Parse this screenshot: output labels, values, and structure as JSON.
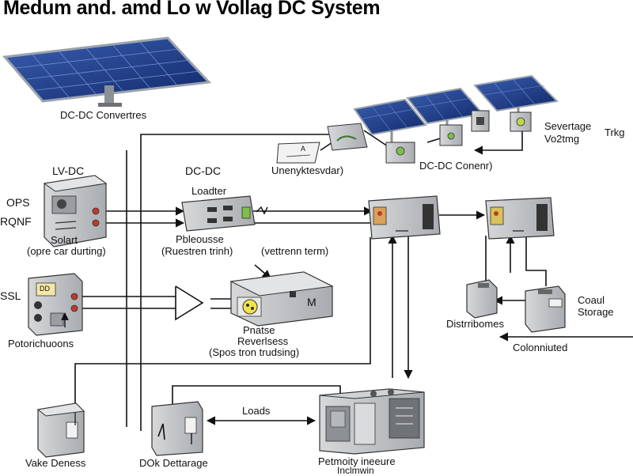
{
  "title": "Medum and. amd Lo w Vollag DC System",
  "labels": {
    "dcdc_converters": "DC-DC Convertres",
    "unenyk": "Unenyktesvdar)",
    "dcdc_conenr": "DC-DC Conenr)",
    "severtage": "Severtage",
    "vo2tmg": "Vo2tmg",
    "trkg": "Trkg",
    "lvdc": "LV-DC",
    "dcdc_mid": "DC-DC",
    "loadter": "Loadter",
    "ops": "OPS",
    "rqnf": "RQNF",
    "solart": "Solart",
    "opre_car": "(opre car durting)",
    "pbleousse": "Pbleousse",
    "ruestren": "(Ruestren trinh)",
    "vettrenn": "(vettrenn term)",
    "ssl": "SSL",
    "potorichuoons": "Potorichuoons",
    "pnatse": "Pnatse",
    "reverlsess": "Reverlsess",
    "spos": "(Spos tron trudsing)",
    "distrribomes": "Distrribomes",
    "coaul": "Coaul",
    "storage": "Storage",
    "colonniuted": "Colonniuted",
    "loads": "Loads",
    "vake_deness": "Vake Deness",
    "dok_dettarage": "DOk Dettarage",
    "petmoity": "Petmoity ineeure",
    "inclmwin": "Inclmwin"
  },
  "device_marks": {
    "slate_sign": "DD",
    "meter_a": "A",
    "meter_b": "M"
  },
  "colors": {
    "panel_blue": "#1f3f86",
    "panel_frame": "#9aa3ad",
    "device_grey": "#c9cbcd",
    "device_dark": "#8d9094",
    "indicator_red": "#c0392b",
    "indicator_green": "#7cc04a",
    "line": "#111111"
  }
}
